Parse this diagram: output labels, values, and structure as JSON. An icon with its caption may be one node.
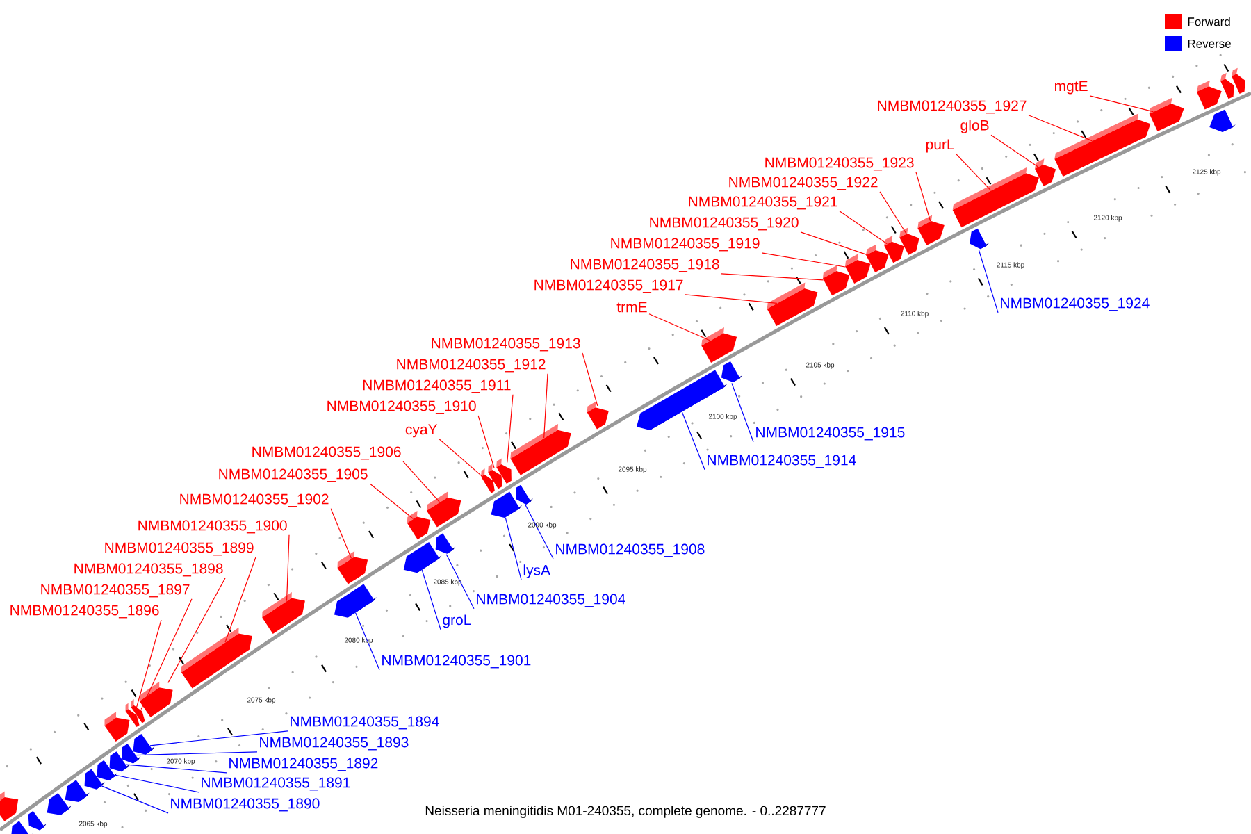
{
  "diagram": {
    "caption": "Neisseria meningitidis M01-240355, complete genome. - 0..2287777",
    "nodes": [
      {
        "text": [
          "NMBM01240355_1890"
        ]
      },
      {
        "text": [],
        "shape": "box"
      },
      {
        "text": [
          "NMBM01240355_1891"
        ]
      },
      {
        "text": [],
        "shape": "box"
      },
      {
        "text": [
          "NMBM01240355_1892"
        ]
      },
      {
        "text": [],
        "shape": "box"
      },
      {
        "text": [
          "NMBM01240355_1893"
        ]
      },
      {
        "text": [],
        "shape": "box"
      },
      {
        "text": [
          "NMBM01240355_1894"
        ]
      },
      {
        "text": [],
        "shape": "box"
      },
      {
        "text": [
          "NMBM01240355_1896"
        ]
      },
      {
        "text": [],
        "shape": "box"
      },
      {
        "text": [
          "NMBM01240355_1897"
        ]
      },
      {
        "text": [],
        "shape": "box"
      },
      {
        "text": [
          "NMBM01240355_1898"
        ]
      },
      {
        "text": [],
        "shape": "box"
      },
      {
        "text": [
          "NMBM01240355_1899"
        ]
      },
      {
        "text": [],
        "shape": "box"
      },
      {
        "text": [
          "NMBM01240355_1900"
        ]
      },
      {
        "text": [],
        "shape": "box"
      },
      {
        "text": [
          "NMBM01240355_1901"
        ]
      },
      {
        "text": [],
        "shape": "box"
      },
      {
        "text": [
          "NMBM01240355_1902"
        ]
      },
      {
        "text": [],
        "shape": "box"
      },
      {
        "text": [
          "groL"
        ]
      },
      {
        "text": [],
        "shape": "box"
      },
      {
        "text": [
          "NMBM01240355_1904"
        ]
      },
      {
        "text": [],
        "shape": "box"
      },
      {
        "text": [
          "NMBM01240355_1905"
        ]
      },
      {
        "text": [],
        "shape": "box"
      },
      {
        "text": [
          "NMBM01240355_1906"
        ]
      },
      {
        "text": [],
        "shape": "box"
      },
      {
        "text": [
          "lysA"
        ]
      },
      {
        "text": [],
        "shape": "box"
      },
      {
        "text": [
          "NMBM01240355_1908"
        ]
      },
      {
        "text": [],
        "shape": "box"
      },
      {
        "text": [
          "cyaY"
        ]
      },
      {
        "text": [],
        "shape": "box"
      },
      {
        "text": [
          "NMBM01240355_1910"
        ]
      },
      {
        "text": [],
        "shape": "box"
      },
      {
        "text": [
          "NMBM01240355_1911"
        ]
      },
      {
        "text": [],
        "shape": "box"
      },
      {
        "text": [
          "NMBM01240355_1912"
        ]
      },
      {
        "text": [],
        "shape": "box"
      },
      {
        "text": [
          "NMBM01240355_1913"
        ]
      },
      {
        "text": [],
        "shape": "box"
      },
      {
        "text": [
          "NMBM01240355_1914"
        ]
      },
      {
        "text": [],
        "shape": "box"
      },
      {
        "text": [
          "NMBM01240355_1915"
        ]
      },
      {
        "text": [],
        "shape": "box"
      },
      {
        "text": [
          "trmE"
        ]
      },
      {
        "text": [],
        "shape": "box"
      },
      {
        "text": [
          "NMBM01240355_1917"
        ]
      },
      {
        "text": [],
        "shape": "box"
      },
      {
        "text": [
          "NMBM01240355_1918"
        ]
      },
      {
        "text": [],
        "shape": "box"
      },
      {
        "text": [
          "NMBM01240355_1919"
        ]
      },
      {
        "text": [],
        "shape": "box"
      },
      {
        "text": [
          "NMBM01240355_1920"
        ]
      },
      {
        "text": [],
        "shape": "box"
      },
      {
        "text": [
          "NMBM01240355_1921"
        ]
      },
      {
        "text": [],
        "shape": "box"
      },
      {
        "text": [
          "NMBM01240355_1922"
        ]
      },
      {
        "text": [],
        "shape": "box"
      },
      {
        "text": [
          "NMBM01240355_1923"
        ]
      },
      {
        "text": [],
        "shape": "box"
      },
      {
        "text": [
          "NMBM01240355_1924"
        ]
      },
      {
        "text": [],
        "shape": "box"
      },
      {
        "text": [
          "purL"
        ]
      },
      {
        "text": [],
        "shape": "box"
      },
      {
        "text": [
          "gloB"
        ]
      },
      {
        "text": [],
        "shape": "box"
      },
      {
        "text": [
          "NMBM01240355_1927"
        ]
      },
      {
        "text": [],
        "shape": "box"
      },
      {
        "text": [
          "mgtE"
        ]
      },
      {
        "text": [],
        "shape": "box"
      },
      {
        "text": [],
        "shape": "box"
      },
      {
        "text": [],
        "shape": "box"
      },
      {
        "text": [],
        "shape": "box"
      },
      {
        "text": [],
        "shape": "box"
      },
      {
        "text": [],
        "shape": "box"
      },
      {
        "text": [],
        "shape": "box"
      },
      {
        "text": [],
        "shape": "box"
      },
      {
        "text": [],
        "shape": "box"
      },
      {
        "text": [],
        "shape": "box"
      },
      {
        "text": [],
        "shape": "box"
      }
    ],
    "edges": [
      {
        "from": 0,
        "to": 1,
        "arrow": "none",
        "color": "#0000ff"
      },
      {
        "from": 2,
        "to": 3,
        "arrow": "none",
        "color": "#0000ff"
      },
      {
        "from": 4,
        "to": 5,
        "arrow": "none",
        "color": "#0000ff"
      },
      {
        "from": 6,
        "to": 7,
        "arrow": "none",
        "color": "#0000ff"
      },
      {
        "from": 8,
        "to": 9,
        "arrow": "none",
        "color": "#0000ff"
      },
      {
        "from": 10,
        "to": 11,
        "arrow": "none"
      },
      {
        "from": 12,
        "to": 13,
        "arrow": "none"
      },
      {
        "from": 14,
        "to": 15,
        "arrow": "none"
      },
      {
        "from": 16,
        "to": 17,
        "arrow": "none"
      },
      {
        "from": 18,
        "to": 19,
        "arrow": "none"
      },
      {
        "from": 20,
        "to": 21,
        "arrow": "none",
        "color": "#0000ff"
      },
      {
        "from": 22,
        "to": 23,
        "arrow": "none"
      },
      {
        "from": 24,
        "to": 25,
        "arrow": "none",
        "color": "#0000ff"
      },
      {
        "from": 26,
        "to": 27,
        "arrow": "none",
        "color": "#0000ff"
      },
      {
        "from": 28,
        "to": 29,
        "arrow": "none"
      },
      {
        "from": 30,
        "to": 31,
        "arrow": "none"
      },
      {
        "from": 32,
        "to": 33,
        "arrow": "none",
        "color": "#0000ff"
      },
      {
        "from": 34,
        "to": 35,
        "arrow": "none",
        "color": "#0000ff"
      },
      {
        "from": 36,
        "to": 37,
        "arrow": "none"
      },
      {
        "from": 38,
        "to": 39,
        "arrow": "none"
      },
      {
        "from": 40,
        "to": 41,
        "arrow": "none"
      },
      {
        "from": 42,
        "to": 43,
        "arrow": "none"
      },
      {
        "from": 44,
        "to": 45,
        "arrow": "none"
      },
      {
        "from": 46,
        "to": 47,
        "arrow": "none",
        "color": "#0000ff"
      },
      {
        "from": 48,
        "to": 49,
        "arrow": "none",
        "color": "#0000ff"
      },
      {
        "from": 50,
        "to": 51,
        "arrow": "none"
      },
      {
        "from": 52,
        "to": 53,
        "arrow": "none"
      },
      {
        "from": 54,
        "to": 55,
        "arrow": "none"
      },
      {
        "from": 56,
        "to": 57,
        "arrow": "none"
      },
      {
        "from": 58,
        "to": 59,
        "arrow": "none"
      },
      {
        "from": 60,
        "to": 61,
        "arrow": "none"
      },
      {
        "from": 62,
        "to": 63,
        "arrow": "none"
      },
      {
        "from": 64,
        "to": 65,
        "arrow": "none"
      },
      {
        "from": 66,
        "to": 67,
        "arrow": "none",
        "color": "#0000ff"
      },
      {
        "from": 68,
        "to": 69,
        "arrow": "none"
      },
      {
        "from": 70,
        "to": 71,
        "arrow": "none"
      },
      {
        "from": 72,
        "to": 73,
        "arrow": "none"
      },
      {
        "from": 74,
        "to": 75,
        "arrow": "none"
      }
    ],
    "labels": [
      "2065 kbp",
      "2070 kbp",
      "2075 kbp",
      "2080 kbp",
      "2085 kbp",
      "2090 kbp",
      "2095 kbp",
      "2100 kbp",
      "2105 kbp",
      "2110 kbp",
      "2115 kbp",
      "2120 kbp",
      "2125 kbp"
    ],
    "legend": [
      {
        "text": "Forward",
        "color": "#ff0000"
      },
      {
        "text": "Reverse",
        "color": "#0000ff"
      }
    ]
  }
}
